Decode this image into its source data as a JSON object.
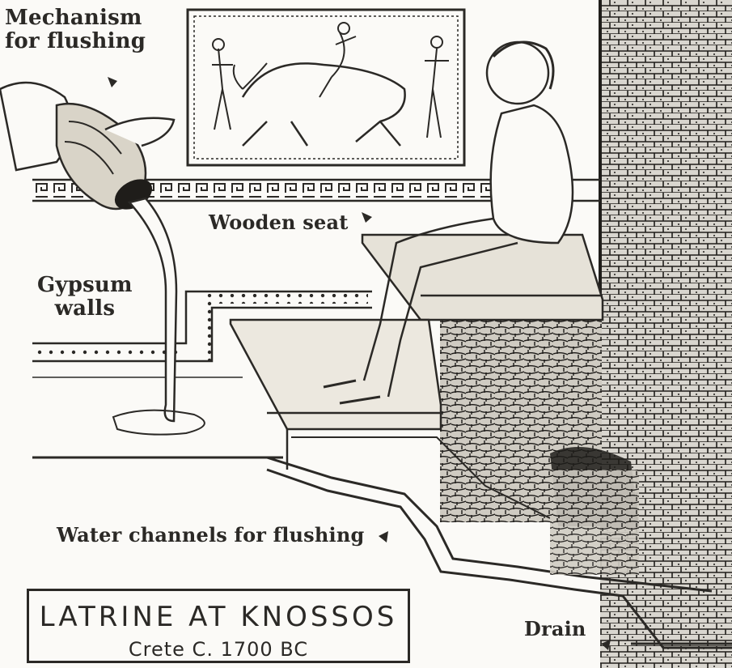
{
  "labels": {
    "mechanism": "Mechanism\nfor flushing",
    "gypsum": "Gypsum\nwalls",
    "seat": "Wooden seat",
    "channels": "Water channels for flushing",
    "drain": "Drain"
  },
  "title_box": {
    "title": "LATRINE AT KNOSSOS",
    "subtitle": "Crete C. 1700 BC"
  },
  "colors": {
    "ink": "#2b2926",
    "paper": "#fbfaf7"
  }
}
